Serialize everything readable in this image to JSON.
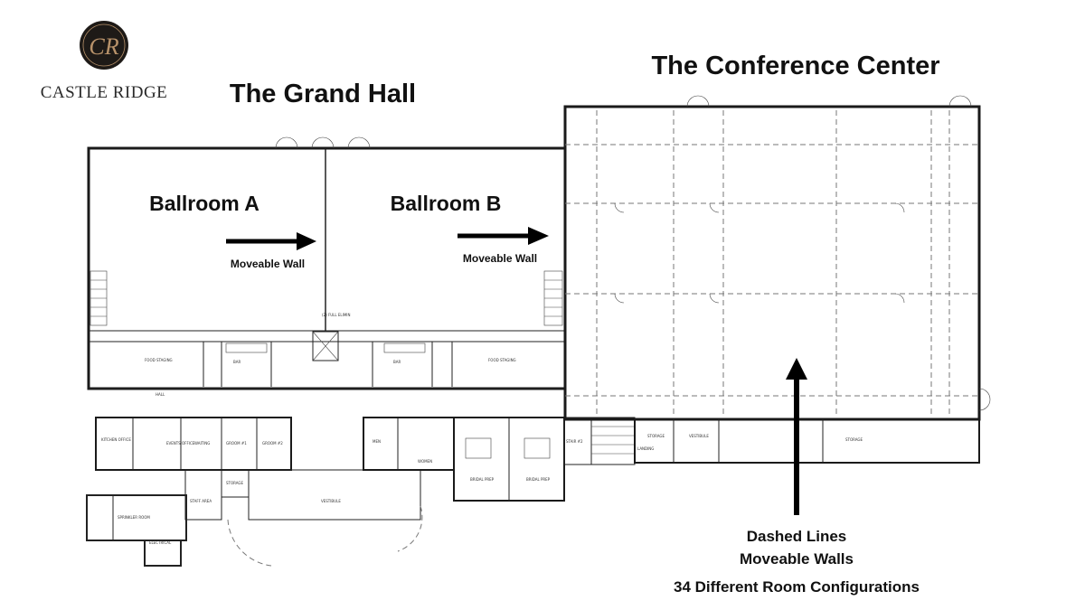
{
  "brand": {
    "monogram": "CR",
    "name": "CASTLE RIDGE",
    "badge_color": "#1e1a17",
    "gold_color": "#b8926a"
  },
  "headings": {
    "grand_hall": "The Grand Hall",
    "conference_center": "The Conference Center"
  },
  "rooms": {
    "ballroom_a": "Ballroom A",
    "ballroom_b": "Ballroom B"
  },
  "annotations": {
    "moveable_wall_a": "Moveable Wall",
    "moveable_wall_b": "Moveable Wall",
    "note_line1": "Dashed Lines",
    "note_line2": "Moveable Walls",
    "note_line3": "34 Different Room Configurations"
  },
  "floorplan_small_labels": {
    "food_staging_left": "FOOD STAGING",
    "food_staging_right": "FOOD STAGING",
    "bar_left": "BAR",
    "bar_right": "BAR",
    "elevator": "(2) FULL ELIMIN",
    "hall": "HALL",
    "kitchen_office": "KITCHEN OFFICE",
    "events_office": "EVENTS OFFICE",
    "waiting": "WAITING",
    "groom_1": "GROOM #1",
    "groom_2": "GROOM #2",
    "storage_left": "STORAGE",
    "staff": "STAFF AREA",
    "sprinkler": "SPRINKLER ROOM",
    "electrical": "ELECTRICAL",
    "vestibule_mid": "VESTIBULE",
    "bridal_prep_1": "BRIDAL PREP",
    "bridal_prep_2": "BRIDAL PREP",
    "men": "MEN",
    "women": "WOMEN",
    "stair": "STAIR #2",
    "landing": "LANDING",
    "storage_cc1": "STORAGE",
    "vestibule_cc": "VESTIBULE",
    "storage_cc2": "STORAGE"
  }
}
